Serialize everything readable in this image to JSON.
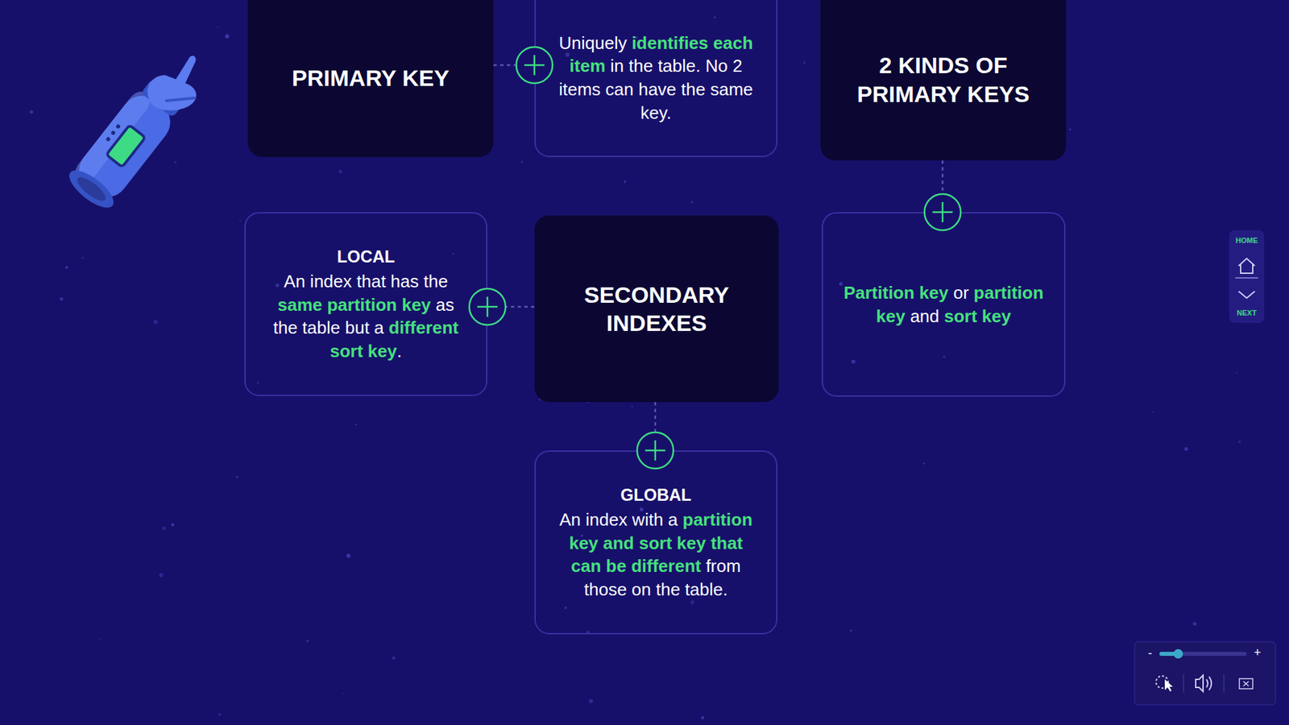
{
  "diagram": {
    "nodes": [
      {
        "text": [
          "PRIMARY KEY"
        ]
      },
      {
        "text": [
          "Uniquely identifies each item in the table. No 2 items can have the same key."
        ]
      },
      {
        "text": [
          "2 KINDS OF PRIMARY KEYS"
        ]
      },
      {
        "text": [
          "Partition key or partition key and sort key"
        ]
      },
      {
        "text": [
          "LOCAL",
          "An index that has the same partition key as the table but a different sort key."
        ]
      },
      {
        "text": [
          "SECONDARY INDEXES"
        ]
      },
      {
        "text": [
          "GLOBAL",
          "An index with a partition key and sort key that can be different from those on the table."
        ]
      }
    ],
    "edges": [
      {
        "from": 0,
        "to": 1,
        "arrow": "none"
      },
      {
        "from": 2,
        "to": 3,
        "arrow": "none"
      },
      {
        "from": 5,
        "to": 4,
        "arrow": "none"
      },
      {
        "from": 5,
        "to": 6,
        "arrow": "none"
      }
    ],
    "labels": [
      "HOME",
      "NEXT",
      "-",
      "+"
    ]
  }
}
